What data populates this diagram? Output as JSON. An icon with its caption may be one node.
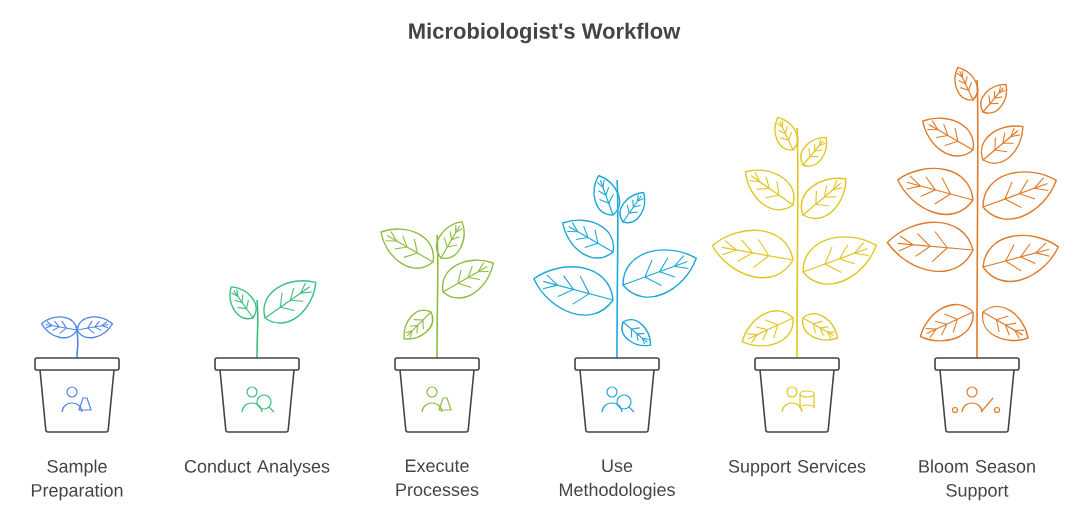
{
  "diagram": {
    "title": "Microbiologist's Workflow",
    "nodes": [
      {
        "text": [
          "Sample Preparation"
        ]
      },
      {
        "text": [
          "Conduct Analyses"
        ]
      },
      {
        "text": [
          "Execute Processes"
        ]
      },
      {
        "text": [
          "Use Methodologies"
        ]
      },
      {
        "text": [
          "Support Services"
        ]
      },
      {
        "text": [
          "Bloom Season Support"
        ]
      }
    ]
  }
}
